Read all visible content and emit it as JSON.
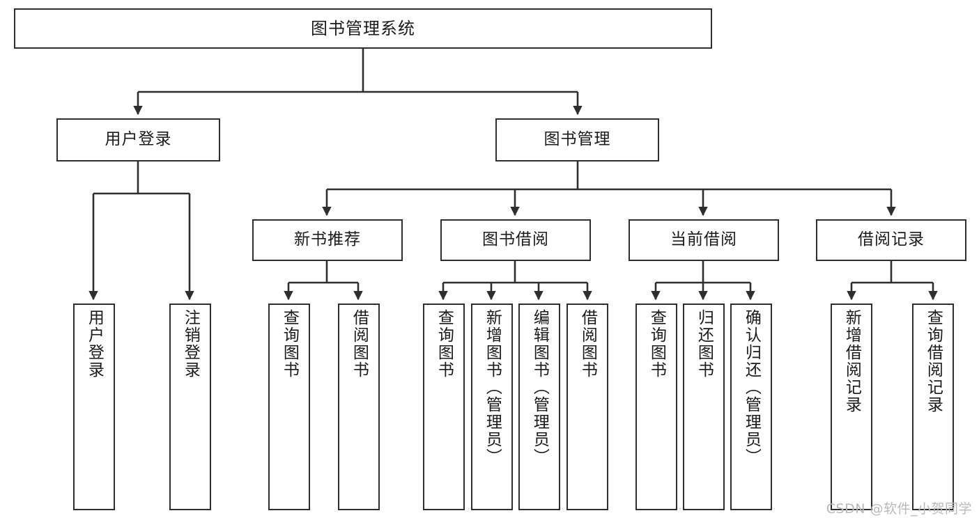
{
  "diagram": {
    "title": "图书管理系统",
    "type": "tree",
    "colors": {
      "stroke": "#2e2e2e",
      "fill": "#ffffff",
      "text": "#1a1a1a",
      "watermark": "#b9b9b9"
    },
    "root": {
      "label": "图书管理系统"
    },
    "level2": [
      {
        "label": "用户登录"
      },
      {
        "label": "图书管理"
      }
    ],
    "level3": [
      {
        "label": "新书推荐"
      },
      {
        "label": "图书借阅"
      },
      {
        "label": "当前借阅"
      },
      {
        "label": "借阅记录"
      }
    ],
    "leaves": {
      "user_login": [
        {
          "label": "用户登录"
        },
        {
          "label": "注销登录"
        }
      ],
      "new_book": [
        {
          "label": "查询图书"
        },
        {
          "label": "借阅图书"
        }
      ],
      "book_borrow": [
        {
          "label": "查询图书"
        },
        {
          "label": "新增图书（管理员）"
        },
        {
          "label": "编辑图书（管理员）"
        },
        {
          "label": "借阅图书"
        }
      ],
      "current_borrow": [
        {
          "label": "查询图书"
        },
        {
          "label": "归还图书"
        },
        {
          "label": "确认归还（管理员）"
        }
      ],
      "borrow_record": [
        {
          "label": "新增借阅记录"
        },
        {
          "label": "查询借阅记录"
        }
      ]
    },
    "watermark": "CSDN @软件_小贺同学"
  }
}
